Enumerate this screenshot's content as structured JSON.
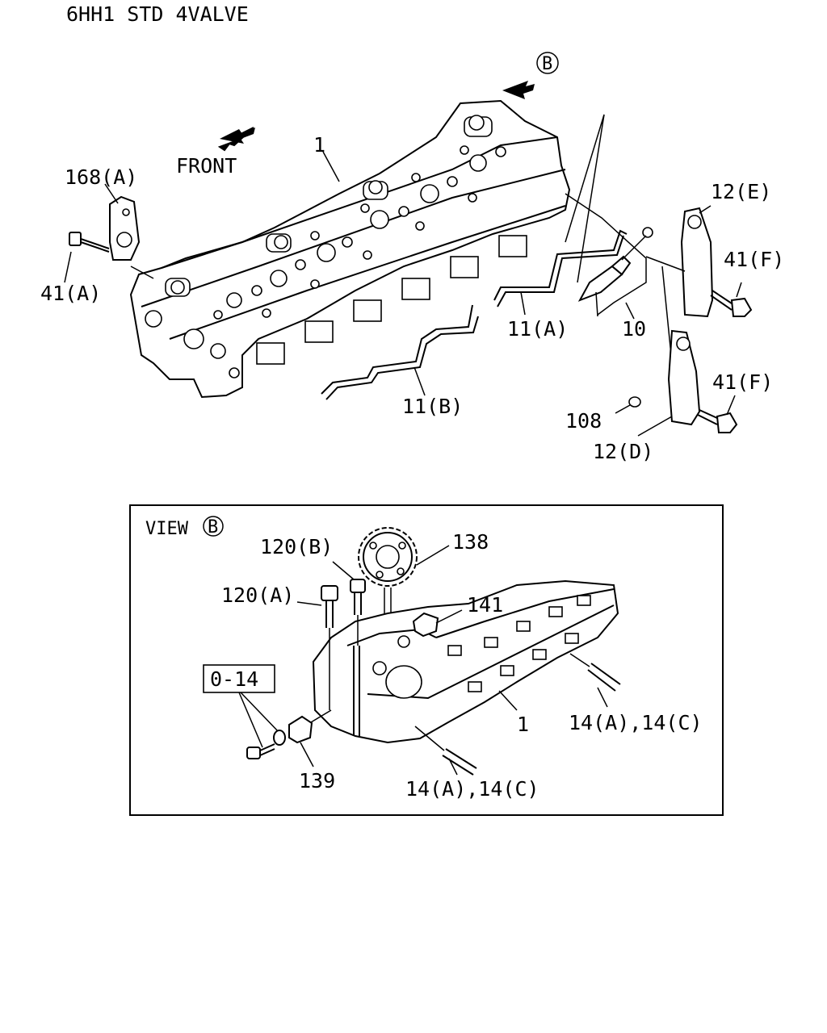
{
  "header": {
    "title": "6HH1 STD 4VALVE"
  },
  "direction": {
    "front_label": "FRONT",
    "view_marker": "B"
  },
  "view_panel": {
    "view_label": "VIEW",
    "view_letter": "B",
    "kit_box": "0-14"
  },
  "callouts": {
    "c1_top": "1",
    "c168A": "168(A)",
    "c41A": "41(A)",
    "c12E": "12(E)",
    "c41F_top": "41(F)",
    "c11A": "11(A)",
    "c10": "10",
    "c41F_bottom": "41(F)",
    "c108": "108",
    "c12D": "12(D)",
    "c11B": "11(B)",
    "c120B": "120(B)",
    "c138": "138",
    "c120A": "120(A)",
    "c141": "141",
    "c1_view": "1",
    "c14AC_right": "14(A),14(C)",
    "c139": "139",
    "c14AC_bottom": "14(A),14(C)"
  }
}
